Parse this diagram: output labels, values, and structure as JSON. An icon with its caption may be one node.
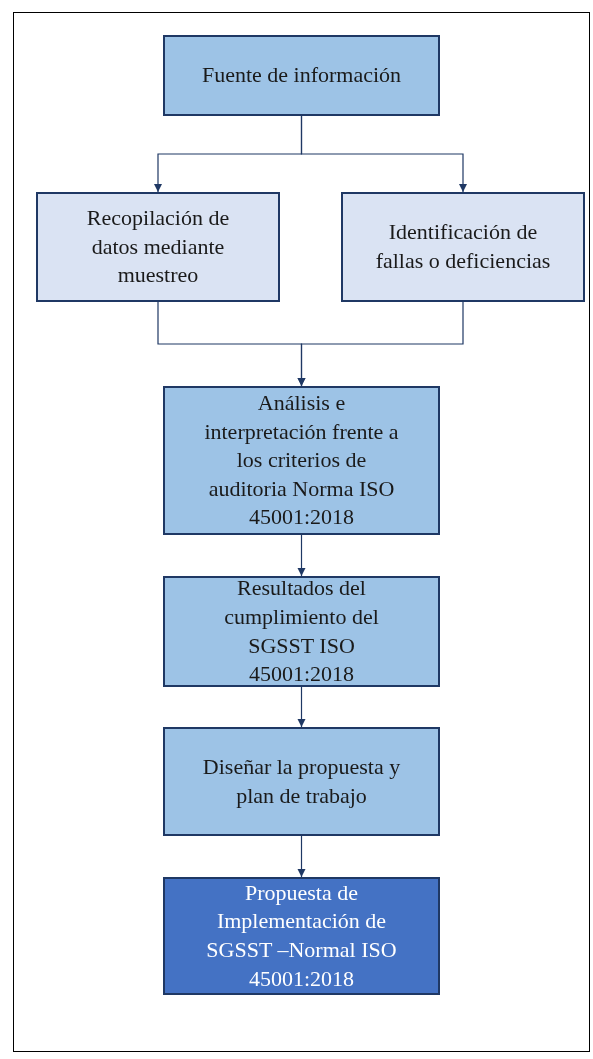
{
  "diagram": {
    "nodes": [
      {
        "text": [
          "Fuente de información"
        ]
      },
      {
        "text": [
          "Recopilación de datos mediante muestreo"
        ]
      },
      {
        "text": [
          "Identificación de fallas o deficiencias"
        ]
      },
      {
        "text": [
          "Análisis e interpretación frente a los criterios de auditoria Norma ISO 45001:2018"
        ]
      },
      {
        "text": [
          "Resultados del cumplimiento del SGSST ISO 45001:2018"
        ]
      },
      {
        "text": [
          "Diseñar la propuesta y plan de trabajo"
        ]
      },
      {
        "text": [
          "Propuesta de Implementación de SGSST –Normal ISO 45001:2018"
        ]
      }
    ],
    "edges": [
      {
        "from": 0,
        "to": 1,
        "arrow": "to"
      },
      {
        "from": 0,
        "to": 2,
        "arrow": "to"
      },
      {
        "from": 1,
        "to": 3,
        "arrow": "to"
      },
      {
        "from": 2,
        "to": 3,
        "arrow": "to"
      },
      {
        "from": 3,
        "to": 4,
        "arrow": "to"
      },
      {
        "from": 4,
        "to": 5,
        "arrow": "to"
      },
      {
        "from": 5,
        "to": 6,
        "arrow": "to"
      }
    ]
  }
}
